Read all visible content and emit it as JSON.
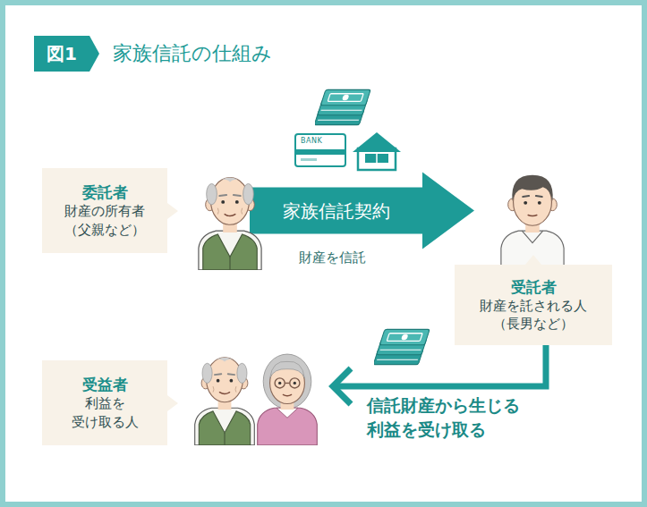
{
  "diagram": {
    "title": "家族信託の仕組み",
    "nodes": [
      {
        "text": [
          "委託者",
          "財産の所有者 （父親など）"
        ]
      },
      {
        "text": [
          "受託者",
          "財産を託される人 （長男など）"
        ]
      },
      {
        "text": [
          "受益者",
          "利益を 受け取る人"
        ]
      }
    ],
    "edges": [
      {
        "from": 0,
        "to": 1,
        "label": "家族信託契約",
        "arrow": "to"
      },
      {
        "from": 1,
        "to": 2,
        "label": "信託財産から生じる 利益を受け取る",
        "arrow": "to"
      }
    ],
    "labels": [
      "図1",
      "BANK",
      "財産を信託"
    ]
  }
}
